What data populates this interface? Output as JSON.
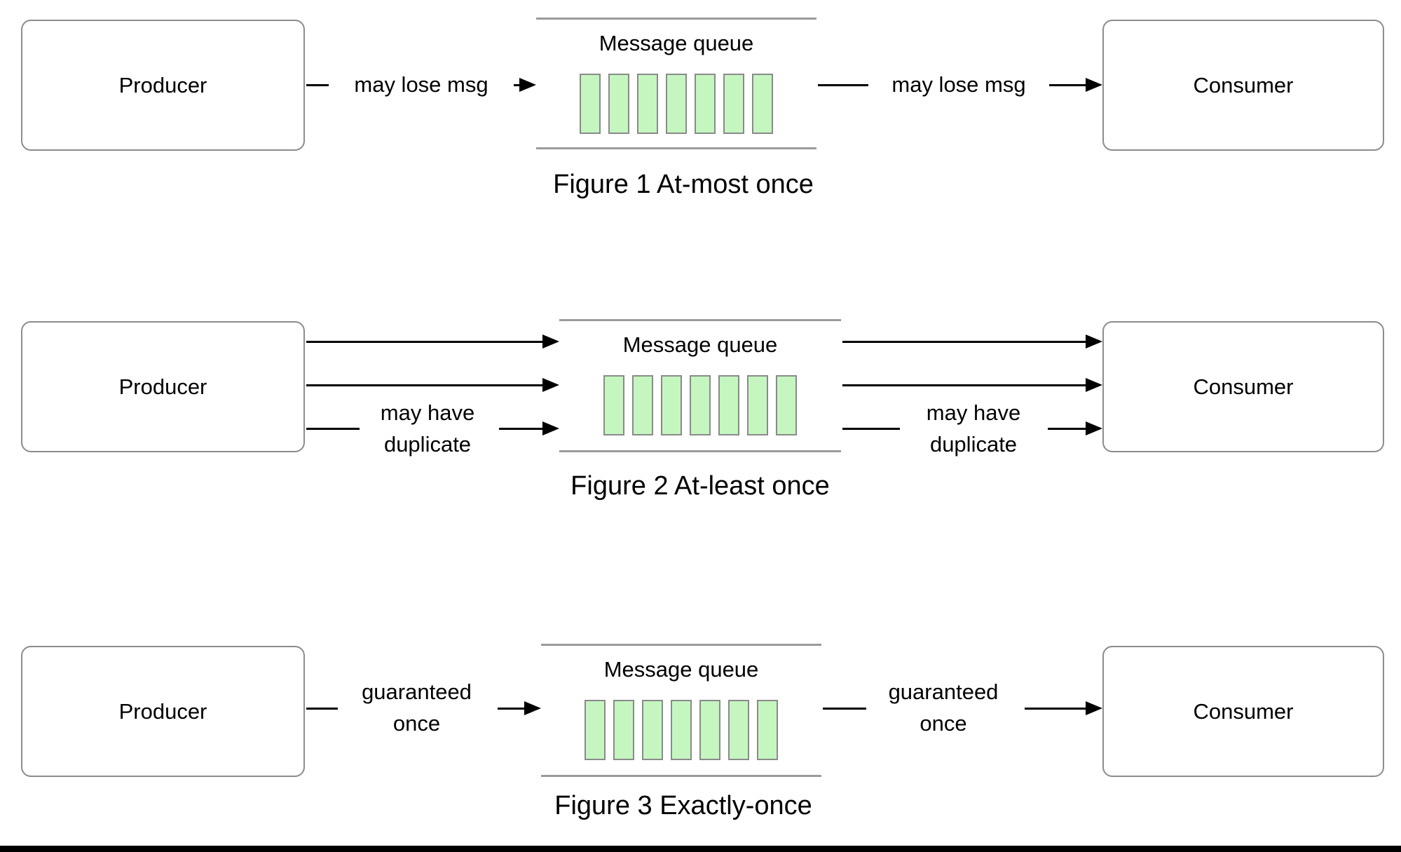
{
  "colors": {
    "page-bg": "#ffffff",
    "box-border": "#8c8c8c",
    "queue-line": "#9b9b9b",
    "bar-fill": "#c5f6c0",
    "bar-border": "#8a8a8a",
    "line": "#000000",
    "text": "#000000",
    "bottom-rule": "#000000"
  },
  "queue": {
    "bar_count": 7
  },
  "figures": [
    {
      "producer": "Producer",
      "queue_label": "Message queue",
      "consumer": "Consumer",
      "left_arrow_label": "may lose msg",
      "right_arrow_label": "may lose msg",
      "caption": "Figure 1 At-most once"
    },
    {
      "producer": "Producer",
      "queue_label": "Message queue",
      "consumer": "Consumer",
      "left_arrow_label_line1": "may have",
      "left_arrow_label_line2": "duplicate",
      "right_arrow_label_line1": "may have",
      "right_arrow_label_line2": "duplicate",
      "caption": "Figure 2 At-least once"
    },
    {
      "producer": "Producer",
      "queue_label": "Message queue",
      "consumer": "Consumer",
      "left_arrow_label_line1": "guaranteed",
      "left_arrow_label_line2": "once",
      "right_arrow_label_line1": "guaranteed",
      "right_arrow_label_line2": "once",
      "caption": "Figure 3 Exactly-once"
    }
  ]
}
